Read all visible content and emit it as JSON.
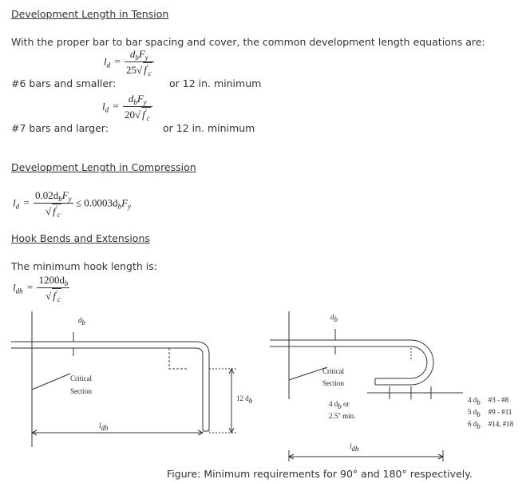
{
  "sections": {
    "tension_heading": "Development Length in Tension",
    "tension_intro": "With the proper bar to bar spacing and cover, the common development length equations are:",
    "bars6_label": "#6 bars and smaller:",
    "bars6_min": "or 12 in. minimum",
    "bars7_label": "#7 bars and larger:",
    "bars7_min": "or 12 in. minimum",
    "compression_heading": "Development Length in Compression",
    "hook_heading": "Hook Bends and Extensions",
    "hook_intro": "The minimum hook length is:"
  },
  "equations": {
    "eq6": {
      "lhs": "l",
      "lhs_sub": "d",
      "num": "d",
      "num_sub": "b",
      "num_F": "F",
      "num_F_sub": "y",
      "den_coef": "25",
      "den_f": "f",
      "den_f_sub": "c",
      "den_f_sup": "'"
    },
    "eq7": {
      "lhs": "l",
      "lhs_sub": "d",
      "num": "d",
      "num_sub": "b",
      "num_F": "F",
      "num_F_sub": "y",
      "den_coef": "20",
      "den_f": "f",
      "den_f_sub": "c",
      "den_f_sup": "'"
    },
    "compression": {
      "lhs": "l",
      "lhs_sub": "d",
      "num": "0.02d",
      "num_sub": "b",
      "num_F": "F",
      "num_F_sub": "y",
      "den_f": "f",
      "den_f_sub": "c",
      "den_f_sup": "'",
      "rhs": "≤ 0.0003d",
      "rhs_sub": "b",
      "rhs_F": "F",
      "rhs_F_sub": "y"
    },
    "hook": {
      "lhs": "l",
      "lhs_sub": "dh",
      "num": "1200d",
      "num_sub": "b",
      "den_f": "f",
      "den_f_sub": "c",
      "den_f_sup": "'"
    }
  },
  "figure": {
    "left": {
      "db_label": "d",
      "db_sub": "b",
      "critical_1": "Critical",
      "critical_2": "Section",
      "ldh_label": "l",
      "ldh_sub": "dh",
      "twelve_db": "12 d",
      "twelve_db_sub": "b"
    },
    "right": {
      "db_label": "d",
      "db_sub": "b",
      "critical_1": "Critical",
      "critical_2": "Section",
      "fourdb": "4 d",
      "fourdb_sub": "b",
      "fourdb_or": " or",
      "min25": "2.5\" min.",
      "ldh_label": "l",
      "ldh_sub": "dh"
    },
    "table": {
      "rows": [
        {
          "mult": "4 d",
          "sub": "b",
          "bars": "#3 - #8"
        },
        {
          "mult": "5 d",
          "sub": "b",
          "bars": "#9 - #11"
        },
        {
          "mult": "6 d",
          "sub": "b",
          "bars": "#14, #18"
        }
      ]
    },
    "caption": "Figure: Minimum requirements for 90° and 180° respectively."
  }
}
